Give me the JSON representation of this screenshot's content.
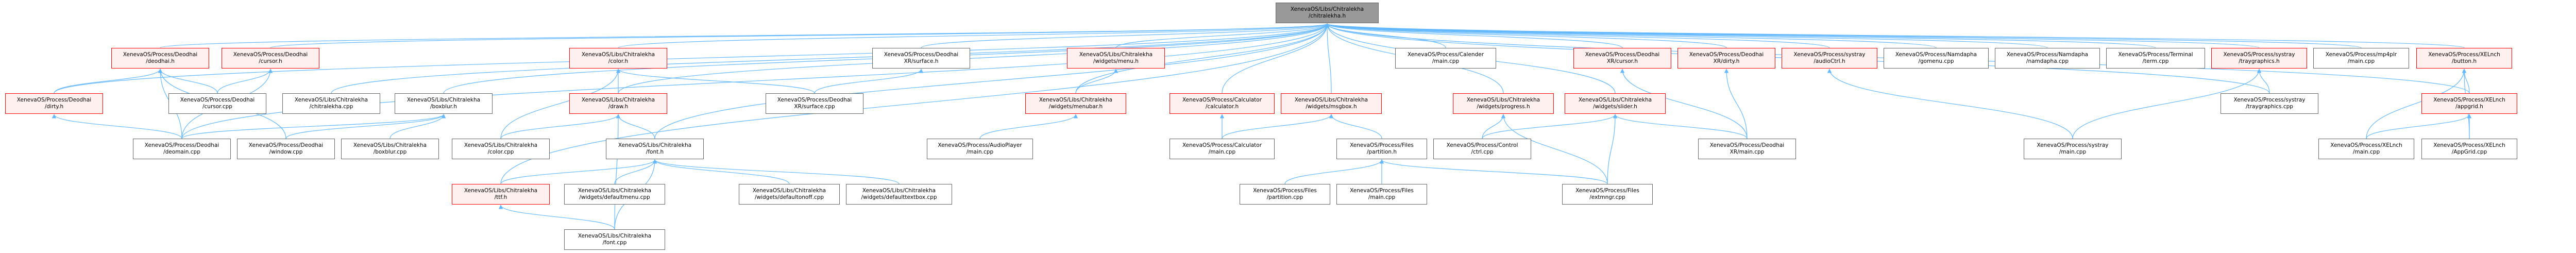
{
  "diagram": {
    "type": "include-dependency-graph",
    "colors": {
      "edge": "#63b8ff",
      "root_fill": "#999999",
      "highlight_border": "#ff0000",
      "highlight_fill": "#fff0f0",
      "normal_border": "#666666"
    },
    "root": {
      "id": "root",
      "line1": "XenevaOS/Libs/Chitralekha",
      "line2": "/chitralekha.h"
    },
    "nodes": [
      {
        "id": "deodhai_h",
        "line1": "XenevaOS/Process/Deodhai",
        "line2": "/deodhai.h",
        "red": true
      },
      {
        "id": "deo_cursor_h",
        "line1": "XenevaOS/Process/Deodhai",
        "line2": "/cursor.h",
        "red": true
      },
      {
        "id": "color_h",
        "line1": "XenevaOS/Libs/Chitralekha",
        "line2": "/color.h",
        "red": true
      },
      {
        "id": "xr_surface_h",
        "line1": "XenevaOS/Process/Deodhai",
        "line2": "XR/surface.h",
        "red": false
      },
      {
        "id": "menu_h",
        "line1": "XenevaOS/Libs/Chitralekha",
        "line2": "/widgets/menu.h",
        "red": true
      },
      {
        "id": "calender_main",
        "line1": "XenevaOS/Process/Calender",
        "line2": "/main.cpp",
        "red": false
      },
      {
        "id": "xr_cursor_h",
        "line1": "XenevaOS/Process/Deodhai",
        "line2": "XR/cursor.h",
        "red": true
      },
      {
        "id": "xr_dirty_h",
        "line1": "XenevaOS/Process/Deodhai",
        "line2": "XR/dirty.h",
        "red": true
      },
      {
        "id": "audioctrl_h",
        "line1": "XenevaOS/Process/systray",
        "line2": "/audioCtrl.h",
        "red": true
      },
      {
        "id": "gomenu",
        "line1": "XenevaOS/Process/Namdapha",
        "line2": "/gomenu.cpp",
        "red": false
      },
      {
        "id": "namdapha",
        "line1": "XenevaOS/Process/Namdapha",
        "line2": "/namdapha.cpp",
        "red": false
      },
      {
        "id": "term",
        "line1": "XenevaOS/Process/Terminal",
        "line2": "/term.cpp",
        "red": false
      },
      {
        "id": "traygraphics_h",
        "line1": "XenevaOS/Process/systray",
        "line2": "/traygraphics.h",
        "red": true
      },
      {
        "id": "mp4plr_main",
        "line1": "XenevaOS/Process/mp4plr",
        "line2": "/main.cpp",
        "red": false
      },
      {
        "id": "button_h",
        "line1": "XenevaOS/Process/XELnch",
        "line2": "/button.h",
        "red": true
      },
      {
        "id": "dirty_h",
        "line1": "XenevaOS/Process/Deodhai",
        "line2": "/dirty.h",
        "red": true
      },
      {
        "id": "deo_cursor_cpp",
        "line1": "XenevaOS/Process/Deodhai",
        "line2": "/cursor.cpp",
        "red": false
      },
      {
        "id": "chitralekha_cpp",
        "line1": "XenevaOS/Libs/Chitralekha",
        "line2": "/chitralekha.cpp",
        "red": false
      },
      {
        "id": "boxblur_h",
        "line1": "XenevaOS/Libs/Chitralekha",
        "line2": "/boxblur.h",
        "red": false
      },
      {
        "id": "draw_h",
        "line1": "XenevaOS/Libs/Chitralekha",
        "line2": "/draw.h",
        "red": true
      },
      {
        "id": "xr_surface_cpp",
        "line1": "XenevaOS/Process/Deodhai",
        "line2": "XR/surface.cpp",
        "red": false
      },
      {
        "id": "menubar_h",
        "line1": "XenevaOS/Libs/Chitralekha",
        "line2": "/widgets/menubar.h",
        "red": true
      },
      {
        "id": "calculator_h",
        "line1": "XenevaOS/Process/Calculator",
        "line2": "/calculator.h",
        "red": true
      },
      {
        "id": "msgbox_h",
        "line1": "XenevaOS/Libs/Chitralekha",
        "line2": "/widgets/msgbox.h",
        "red": true
      },
      {
        "id": "progress_h",
        "line1": "XenevaOS/Libs/Chitralekha",
        "line2": "/widgets/progress.h",
        "red": true
      },
      {
        "id": "slider_h",
        "line1": "XenevaOS/Libs/Chitralekha",
        "line2": "/widgets/slider.h",
        "red": true
      },
      {
        "id": "traygraphics_cpp",
        "line1": "XenevaOS/Process/systray",
        "line2": "/traygraphics.cpp",
        "red": false
      },
      {
        "id": "appgrid_h",
        "line1": "XenevaOS/Process/XELnch",
        "line2": "/appgrid.h",
        "red": true
      },
      {
        "id": "deomain",
        "line1": "XenevaOS/Process/Deodhai",
        "line2": "/deomain.cpp",
        "red": false
      },
      {
        "id": "window_cpp",
        "line1": "XenevaOS/Process/Deodhai",
        "line2": "/window.cpp",
        "red": false
      },
      {
        "id": "boxblur_cpp",
        "line1": "XenevaOS/Libs/Chitralekha",
        "line2": "/boxblur.cpp",
        "red": false
      },
      {
        "id": "color_cpp",
        "line1": "XenevaOS/Libs/Chitralekha",
        "line2": "/color.cpp",
        "red": false
      },
      {
        "id": "font_h",
        "line1": "XenevaOS/Libs/Chitralekha",
        "line2": "/font.h",
        "red": false
      },
      {
        "id": "audioplayer_main",
        "line1": "XenevaOS/Process/AudioPlayer",
        "line2": "/main.cpp",
        "red": false
      },
      {
        "id": "calc_main",
        "line1": "XenevaOS/Process/Calculator",
        "line2": "/main.cpp",
        "red": false
      },
      {
        "id": "partition_h",
        "line1": "XenevaOS/Process/Files",
        "line2": "/partition.h",
        "red": false
      },
      {
        "id": "ctrl_cpp",
        "line1": "XenevaOS/Process/Control",
        "line2": "/ctrl.cpp",
        "red": false
      },
      {
        "id": "xr_main",
        "line1": "XenevaOS/Process/Deodhai",
        "line2": "XR/main.cpp",
        "red": false
      },
      {
        "id": "systray_main",
        "line1": "XenevaOS/Process/systray",
        "line2": "/main.cpp",
        "red": false
      },
      {
        "id": "xelnch_main",
        "line1": "XenevaOS/Process/XELnch",
        "line2": "/main.cpp",
        "red": false
      },
      {
        "id": "appgrid_cpp",
        "line1": "XenevaOS/Process/XELnch",
        "line2": "/AppGrid.cpp",
        "red": false
      },
      {
        "id": "ttf_h",
        "line1": "XenevaOS/Libs/Chitralekha",
        "line2": "/ttf.h",
        "red": true
      },
      {
        "id": "defaultmenu",
        "line1": "XenevaOS/Libs/Chitralekha",
        "line2": "/widgets/defaultmenu.cpp",
        "red": false
      },
      {
        "id": "defaultonoff",
        "line1": "XenevaOS/Libs/Chitralekha",
        "line2": "/widgets/defaultonoff.cpp",
        "red": false
      },
      {
        "id": "defaulttextbox",
        "line1": "XenevaOS/Libs/Chitralekha",
        "line2": "/widgets/defaulttextbox.cpp",
        "red": false
      },
      {
        "id": "partition_cpp",
        "line1": "XenevaOS/Process/Files",
        "line2": "/partition.cpp",
        "red": false
      },
      {
        "id": "files_main",
        "line1": "XenevaOS/Process/Files",
        "line2": "/main.cpp",
        "red": false
      },
      {
        "id": "extmngr",
        "line1": "XenevaOS/Process/Files",
        "line2": "/extmngr.cpp",
        "red": false
      },
      {
        "id": "font_cpp",
        "line1": "XenevaOS/Libs/Chitralekha",
        "line2": "/font.cpp",
        "red": false
      }
    ],
    "edges": [
      [
        "deodhai_h",
        "root"
      ],
      [
        "deo_cursor_h",
        "root"
      ],
      [
        "color_h",
        "root"
      ],
      [
        "xr_surface_h",
        "root"
      ],
      [
        "menu_h",
        "root"
      ],
      [
        "calender_main",
        "root"
      ],
      [
        "xr_cursor_h",
        "root"
      ],
      [
        "xr_dirty_h",
        "root"
      ],
      [
        "audioctrl_h",
        "root"
      ],
      [
        "gomenu",
        "root"
      ],
      [
        "namdapha",
        "root"
      ],
      [
        "term",
        "root"
      ],
      [
        "traygraphics_h",
        "root"
      ],
      [
        "mp4plr_main",
        "root"
      ],
      [
        "button_h",
        "root"
      ],
      [
        "dirty_h",
        "root"
      ],
      [
        "chitralekha_cpp",
        "root"
      ],
      [
        "boxblur_h",
        "root"
      ],
      [
        "draw_h",
        "root"
      ],
      [
        "calculator_h",
        "root"
      ],
      [
        "msgbox_h",
        "root"
      ],
      [
        "progress_h",
        "root"
      ],
      [
        "slider_h",
        "root"
      ],
      [
        "appgrid_h",
        "root"
      ],
      [
        "traygraphics_cpp",
        "root"
      ],
      [
        "deomain",
        "root"
      ],
      [
        "font_h",
        "root"
      ],
      [
        "ttf_h",
        "root"
      ],
      [
        "menubar_h",
        "root"
      ],
      [
        "dirty_h",
        "deodhai_h"
      ],
      [
        "deo_cursor_cpp",
        "deodhai_h"
      ],
      [
        "deo_cursor_cpp",
        "deo_cursor_h"
      ],
      [
        "deomain",
        "deodhai_h"
      ],
      [
        "deomain",
        "dirty_h"
      ],
      [
        "deomain",
        "deo_cursor_h"
      ],
      [
        "window_cpp",
        "deodhai_h"
      ],
      [
        "boxblur_cpp",
        "boxblur_h"
      ],
      [
        "deomain",
        "boxblur_h"
      ],
      [
        "window_cpp",
        "boxblur_h"
      ],
      [
        "draw_h",
        "color_h"
      ],
      [
        "color_cpp",
        "color_h"
      ],
      [
        "color_cpp",
        "draw_h"
      ],
      [
        "font_h",
        "draw_h"
      ],
      [
        "xr_surface_cpp",
        "xr_surface_h"
      ],
      [
        "xr_surface_cpp",
        "color_h"
      ],
      [
        "menubar_h",
        "menu_h"
      ],
      [
        "audioplayer_main",
        "menubar_h"
      ],
      [
        "calc_main",
        "calculator_h"
      ],
      [
        "calc_main",
        "msgbox_h"
      ],
      [
        "partition_h",
        "msgbox_h"
      ],
      [
        "ctrl_cpp",
        "progress_h"
      ],
      [
        "ctrl_cpp",
        "slider_h"
      ],
      [
        "defaultmenu",
        "font_h"
      ],
      [
        "defaultonoff",
        "font_h"
      ],
      [
        "defaulttextbox",
        "font_h"
      ],
      [
        "ttf_h",
        "font_h"
      ],
      [
        "font_cpp",
        "font_h"
      ],
      [
        "font_cpp",
        "ttf_h"
      ],
      [
        "font_cpp",
        "draw_h"
      ],
      [
        "partition_cpp",
        "partition_h"
      ],
      [
        "files_main",
        "partition_h"
      ],
      [
        "extmngr",
        "partition_h"
      ],
      [
        "extmngr",
        "progress_h"
      ],
      [
        "extmngr",
        "slider_h"
      ],
      [
        "xr_main",
        "xr_cursor_h"
      ],
      [
        "xr_main",
        "xr_dirty_h"
      ],
      [
        "xr_main",
        "slider_h"
      ],
      [
        "systray_main",
        "audioctrl_h"
      ],
      [
        "systray_main",
        "traygraphics_h"
      ],
      [
        "traygraphics_cpp",
        "traygraphics_h"
      ],
      [
        "xelnch_main",
        "button_h"
      ],
      [
        "xelnch_main",
        "appgrid_h"
      ],
      [
        "appgrid_cpp",
        "appgrid_h"
      ],
      [
        "appgrid_h",
        "button_h"
      ],
      [
        "appgrid_cpp",
        "button_h"
      ]
    ]
  }
}
